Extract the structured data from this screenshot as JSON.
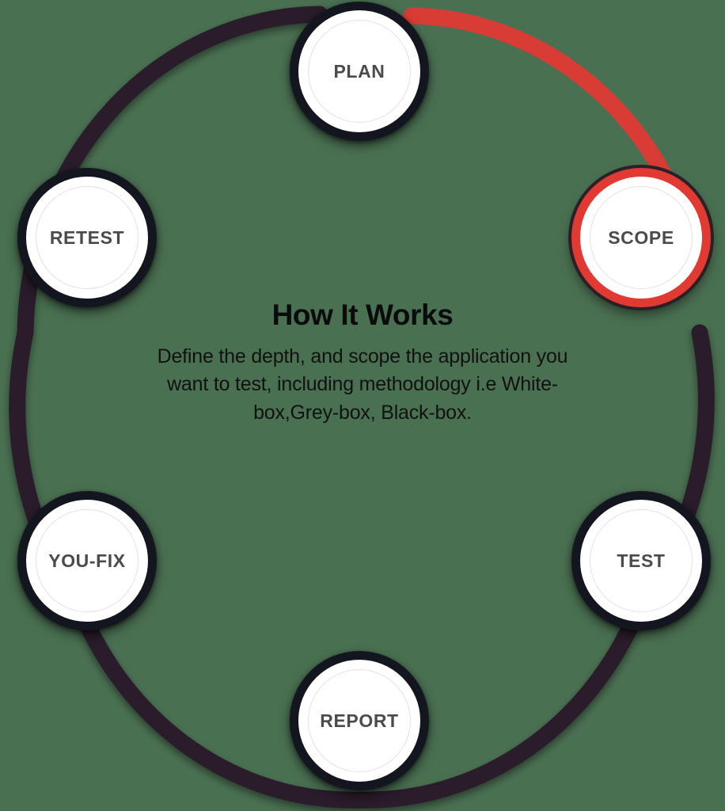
{
  "diagram": {
    "name": "How It Works penetration-testing cycle",
    "background_color": "#4a7052",
    "ring_color": "#2a1f29",
    "active_color": "#e03a32",
    "node_fill": "#ffffff",
    "node_border_color": "#14161f",
    "label_color": "#4b4b4b",
    "active_step": "SCOPE",
    "active_segment": {
      "from": "PLAN",
      "to": "SCOPE",
      "color": "#e03a32"
    }
  },
  "center": {
    "title": "How It Works",
    "description": "Define the depth, and scope the application you want to test, including methodology i.e White-box,Grey-box, Black-box."
  },
  "steps": [
    {
      "id": "plan",
      "label": "PLAN",
      "order": 1,
      "active": false
    },
    {
      "id": "scope",
      "label": "SCOPE",
      "order": 2,
      "active": true
    },
    {
      "id": "test",
      "label": "TEST",
      "order": 3,
      "active": false
    },
    {
      "id": "report",
      "label": "REPORT",
      "order": 4,
      "active": false
    },
    {
      "id": "youfix",
      "label": "YOU-FIX",
      "order": 5,
      "active": false
    },
    {
      "id": "retest",
      "label": "RETEST",
      "order": 6,
      "active": false
    }
  ]
}
